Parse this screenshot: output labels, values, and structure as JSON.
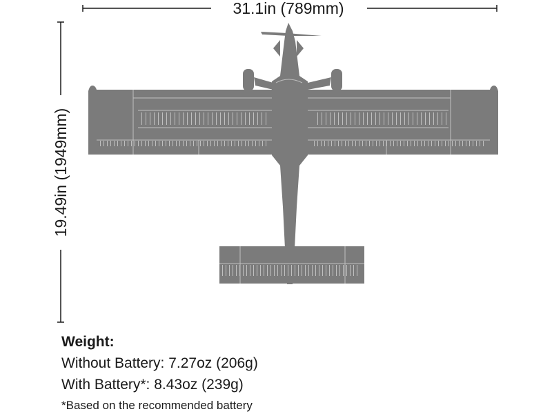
{
  "dimensions": {
    "wingspan": "31.1in (789mm)",
    "length": "19.49in (1949mm)"
  },
  "colors": {
    "aircraft": "#7b7b7b",
    "text": "#1a1a1a"
  },
  "weight": {
    "title": "Weight:",
    "without_battery": "Without Battery: 7.27oz (206g)",
    "with_battery": "With Battery*: 8.43oz (239g)",
    "note": "*Based on the recommended battery"
  }
}
